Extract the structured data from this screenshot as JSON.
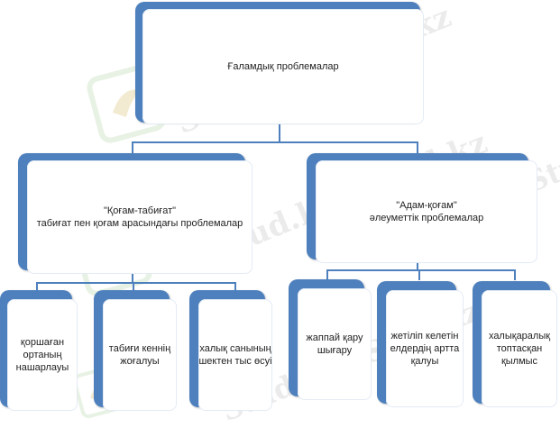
{
  "watermark": {
    "text": "Stud.kz - Stud.kz"
  },
  "nodes": {
    "root": {
      "line1": "Ғаламдық проблемалар"
    },
    "left": {
      "line1": "\"Қоғам-табиғат\"",
      "line2": "табиғат пен қоғам арасындағы проблемалар"
    },
    "right": {
      "line1": "\"Адам-қоғам\"",
      "line2": "әлеуметтік проблемалар"
    },
    "leaf1": {
      "text": "қоршаған ортаның нашарлауы"
    },
    "leaf2": {
      "text": "табиғи кеннің жоғалуы"
    },
    "leaf3": {
      "text": "халық санының шектен тыс өсуі"
    },
    "leaf4": {
      "text": "жаппай қару шығару"
    },
    "leaf5": {
      "text": "жетіліп келетін елдердің артта қалуы"
    },
    "leaf6": {
      "text": "халықаралық топтасқан қылмыс"
    }
  },
  "colors": {
    "box_accent": "#4e80bd",
    "connector": "#4e80bd",
    "watermark": "#dcdcdc"
  }
}
